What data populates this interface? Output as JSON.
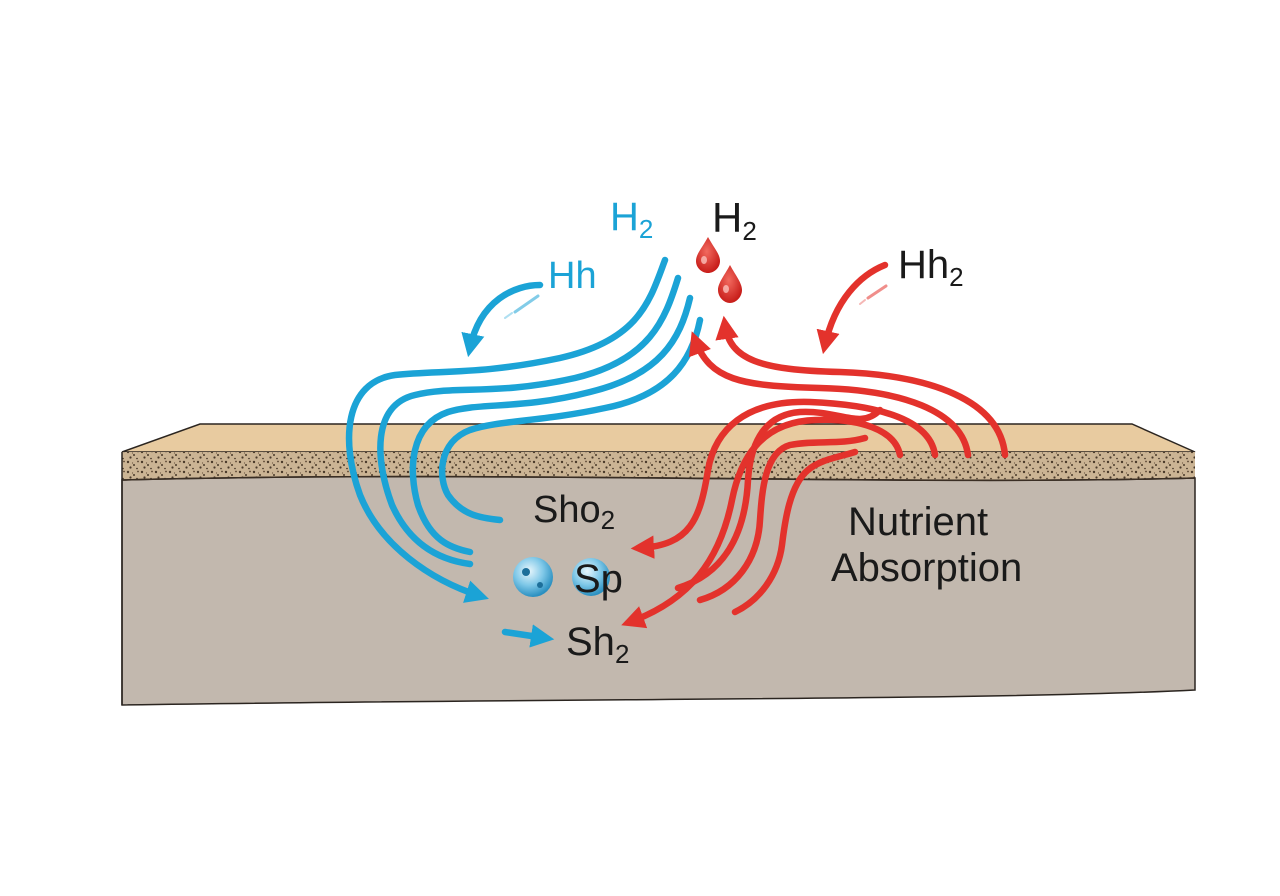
{
  "colors": {
    "background": "#ffffff",
    "soil_body": "#c2b8ae",
    "soil_top": "#e8cba0",
    "soil_speckle_band": "#cbb494",
    "speckle": "#4a3a2a",
    "outline": "#2b2520",
    "blue_flow": "#1ba3d6",
    "red_flow": "#e3322c",
    "text_dark": "#1a1a1a",
    "text_blue": "#1ba3d6"
  },
  "labels": {
    "h2_blue": {
      "main": "H",
      "sub": "2"
    },
    "hh_blue": {
      "main": "Hh",
      "sub": ""
    },
    "h2_black": {
      "main": "H",
      "sub": "2"
    },
    "hh2": {
      "main": "Hh",
      "sub": "2"
    },
    "sho2": {
      "main": "Sho",
      "sub": "2"
    },
    "sp": {
      "main": "Sp",
      "sub": ""
    },
    "sh2": {
      "main": "Sh",
      "sub": "2"
    },
    "nutrient_line1": "Nutrient",
    "nutrient_line2": "Absorption"
  },
  "icons": {
    "droplets": "red-droplet-icon",
    "bubbles": "blue-bubble-icon"
  }
}
